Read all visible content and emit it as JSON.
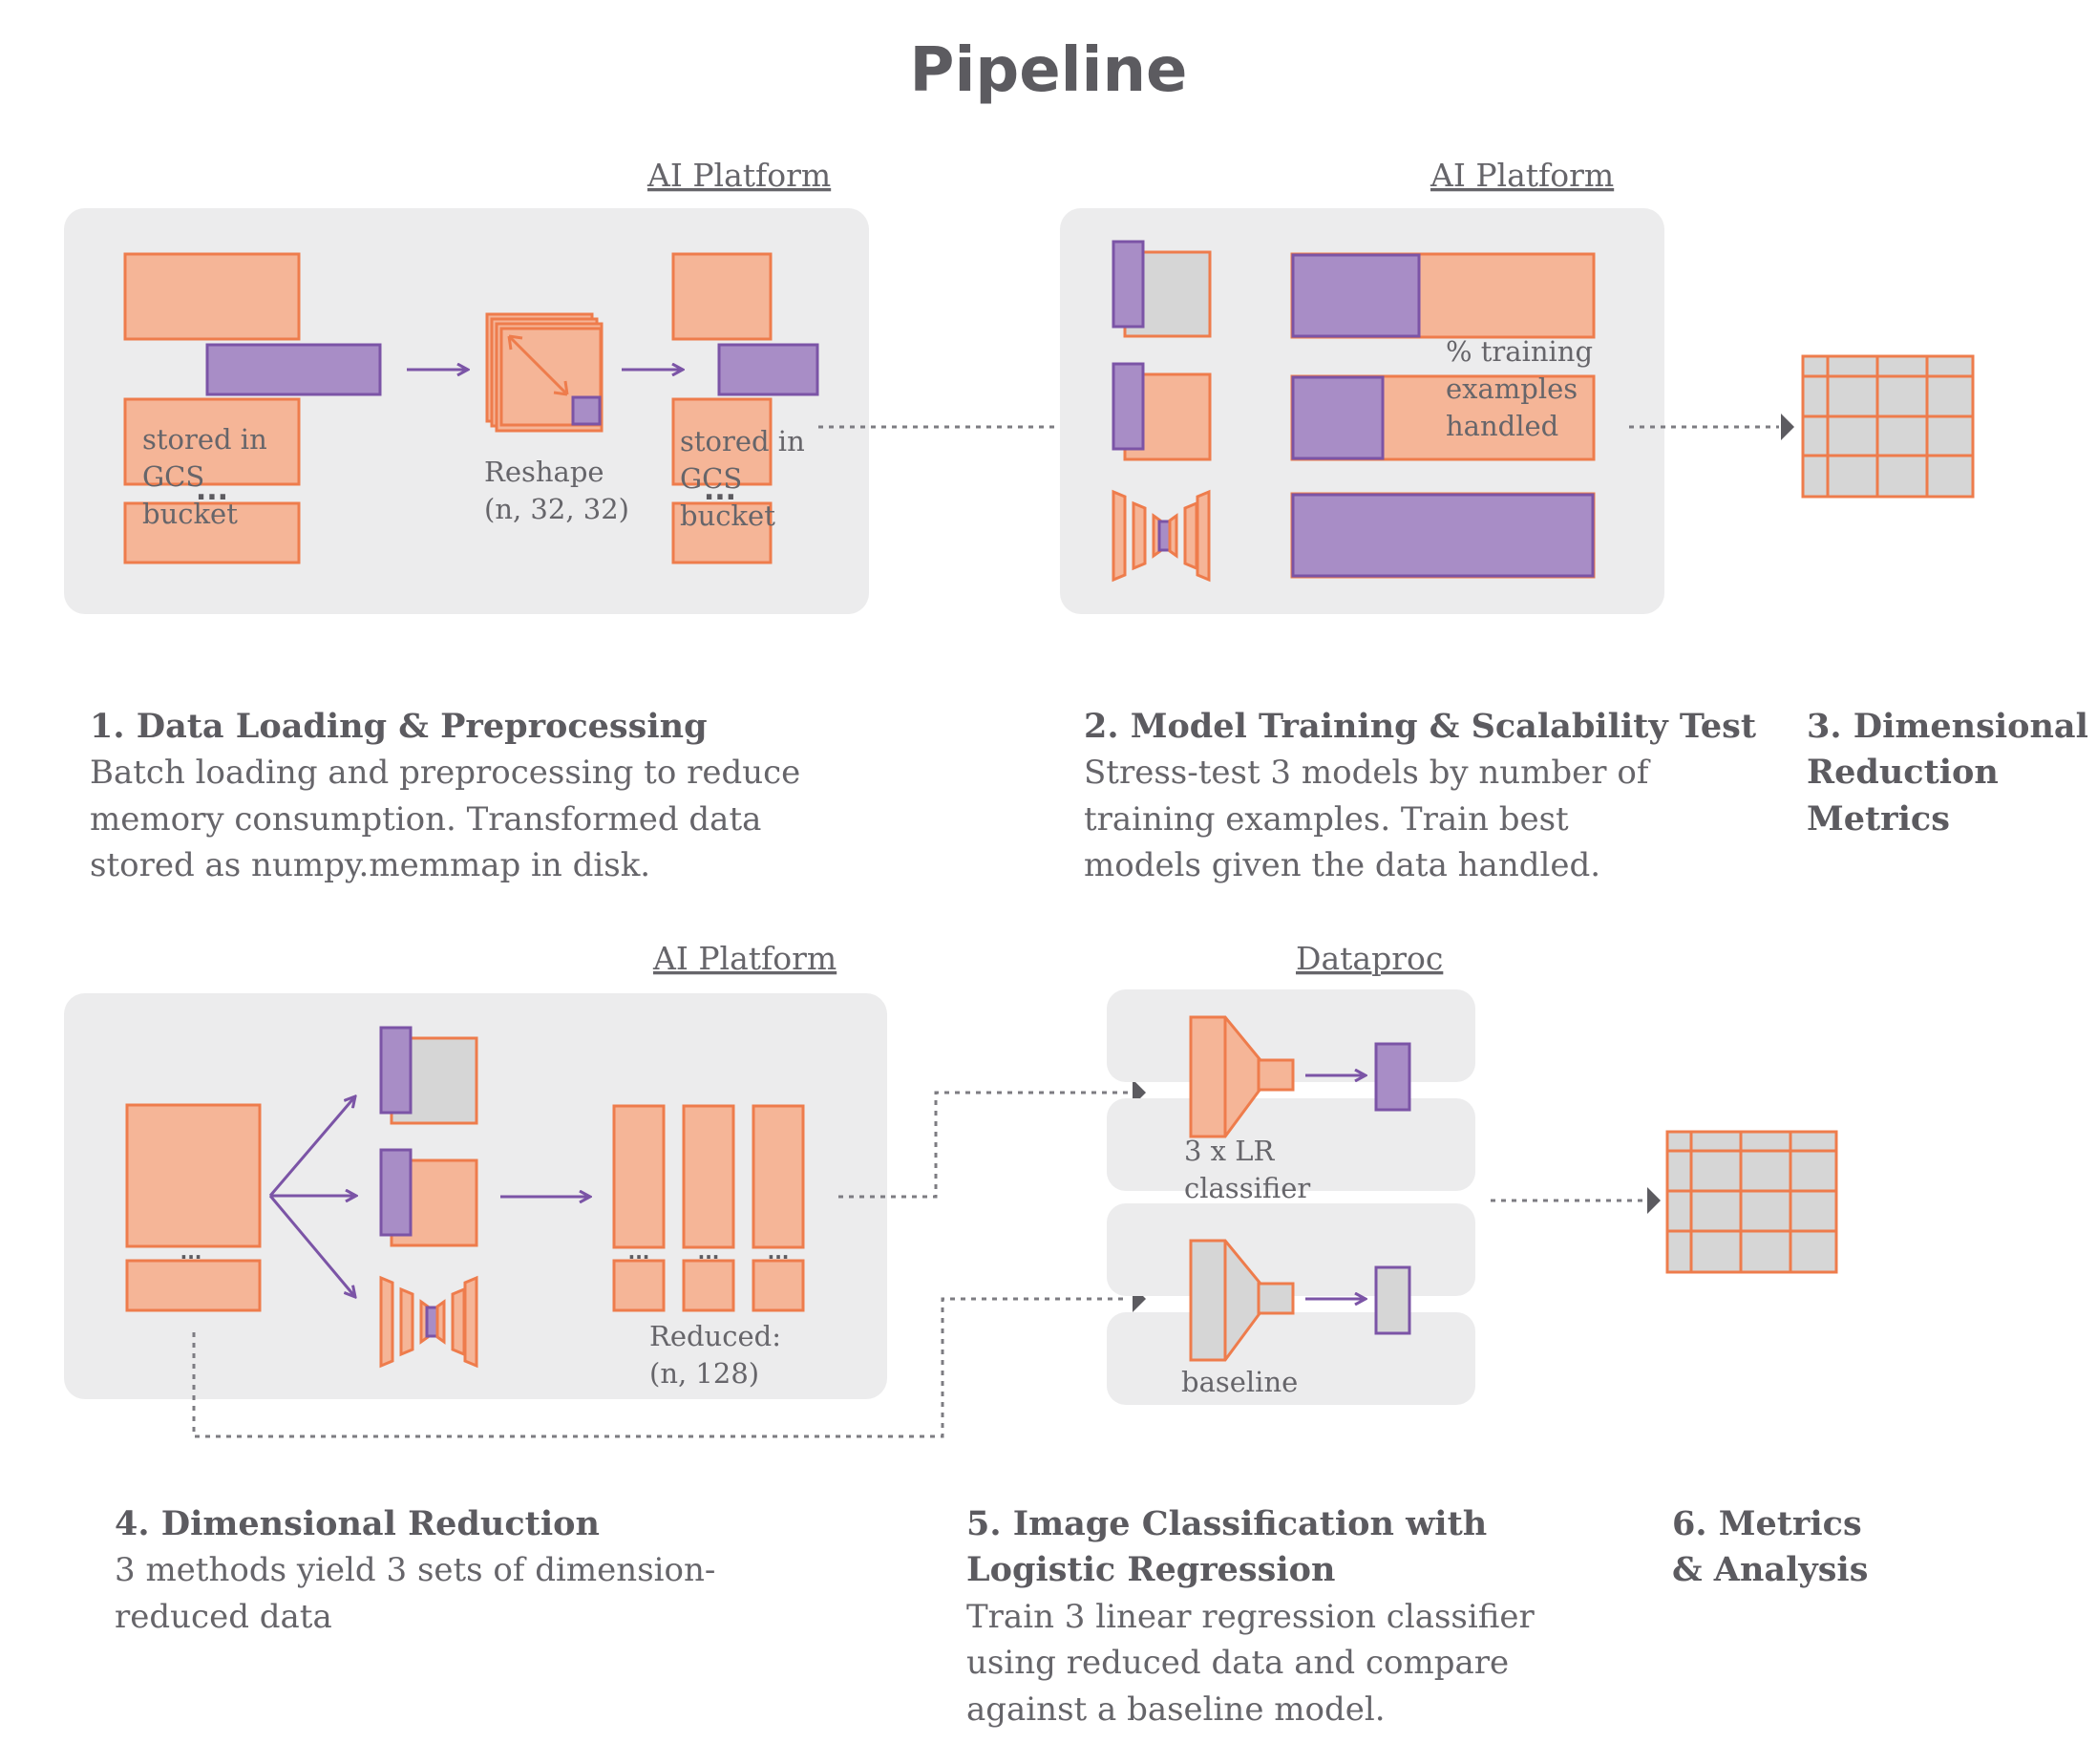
{
  "title": "Pipeline",
  "platforms": {
    "p1": "AI Platform",
    "p2": "AI Platform",
    "p4": "AI Platform",
    "p5": "Dataproc"
  },
  "labels": {
    "stored_left": [
      "stored in",
      "GCS",
      "bucket"
    ],
    "stored_right": [
      "stored in",
      "GCS",
      "bucket"
    ],
    "reshape": [
      "Reshape",
      "(n, 32, 32)"
    ],
    "training_pct": [
      "% training",
      "examples",
      "handled"
    ],
    "reduced": [
      "Reduced:",
      "(n, 128)"
    ],
    "lr_classifier": [
      "3 x LR",
      "classifier"
    ],
    "baseline": "baseline",
    "dots": "...",
    "dots_small": "..."
  },
  "steps": [
    {
      "heading": [
        "1. Data Loading & Preprocessing"
      ],
      "body": [
        "Batch loading and preprocessing to reduce",
        "memory consumption. Transformed data",
        "stored as numpy.memmap in disk."
      ]
    },
    {
      "heading": [
        "2. Model Training & Scalability Test"
      ],
      "body": [
        "Stress-test 3 models by number of",
        "training examples. Train best",
        "models given the data handled."
      ]
    },
    {
      "heading": [
        "3. Dimensional",
        "Reduction",
        "Metrics"
      ],
      "body": []
    },
    {
      "heading": [
        "4. Dimensional Reduction"
      ],
      "body": [
        "3 methods yield 3 sets of dimension-",
        "reduced data"
      ]
    },
    {
      "heading": [
        "5. Image Classification with",
        "Logistic Regression"
      ],
      "body": [
        "Train 3 linear regression classifier",
        "using reduced data and compare",
        "against a baseline model."
      ]
    },
    {
      "heading": [
        "6. Metrics",
        "& Analysis"
      ],
      "body": []
    }
  ],
  "training_bars": {
    "purple_fraction": [
      0.42,
      0.3,
      1.0
    ]
  },
  "colors": {
    "orange_fill": "#f5b597",
    "orange_stroke": "#ee7c4c",
    "purple_fill": "#a88dc6",
    "purple_stroke": "#7b54a6",
    "panel": "#ececed",
    "text": "#5c5b60"
  }
}
